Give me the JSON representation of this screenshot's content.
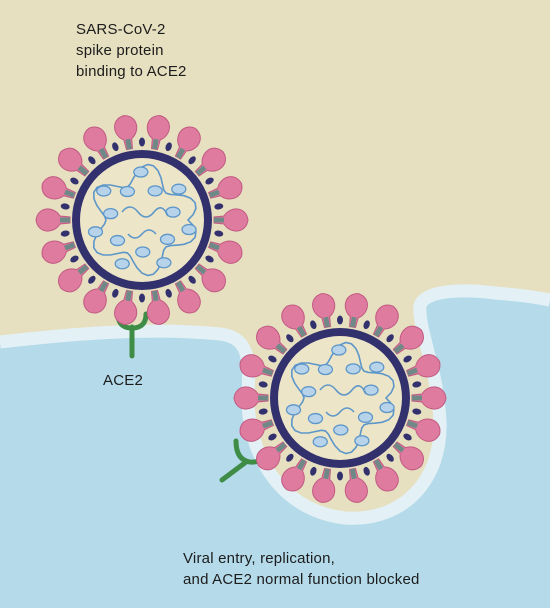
{
  "title": {
    "lines": [
      "SARS-CoV-2",
      "spike protein",
      "binding to ACE2"
    ]
  },
  "receptor_label": "ACE2",
  "caption": {
    "lines": [
      "Viral entry, replication,",
      "and ACE2 normal function blocked"
    ]
  },
  "colors": {
    "extracellular": "#e6e0c0",
    "cell": "#b5dbeb",
    "membrane_highlight": "#e3f1f6",
    "virus_envelope": "#33306e",
    "virus_interior": "#ece5c8",
    "spike_protein": "#de7b9f",
    "spike_outline": "#c25a82",
    "rna": "#5d96c9",
    "ace2_receptor": "#3f8c46"
  },
  "icons": {
    "virus": "coronavirus-particle-icon",
    "receptor": "ace2-receptor-icon"
  }
}
